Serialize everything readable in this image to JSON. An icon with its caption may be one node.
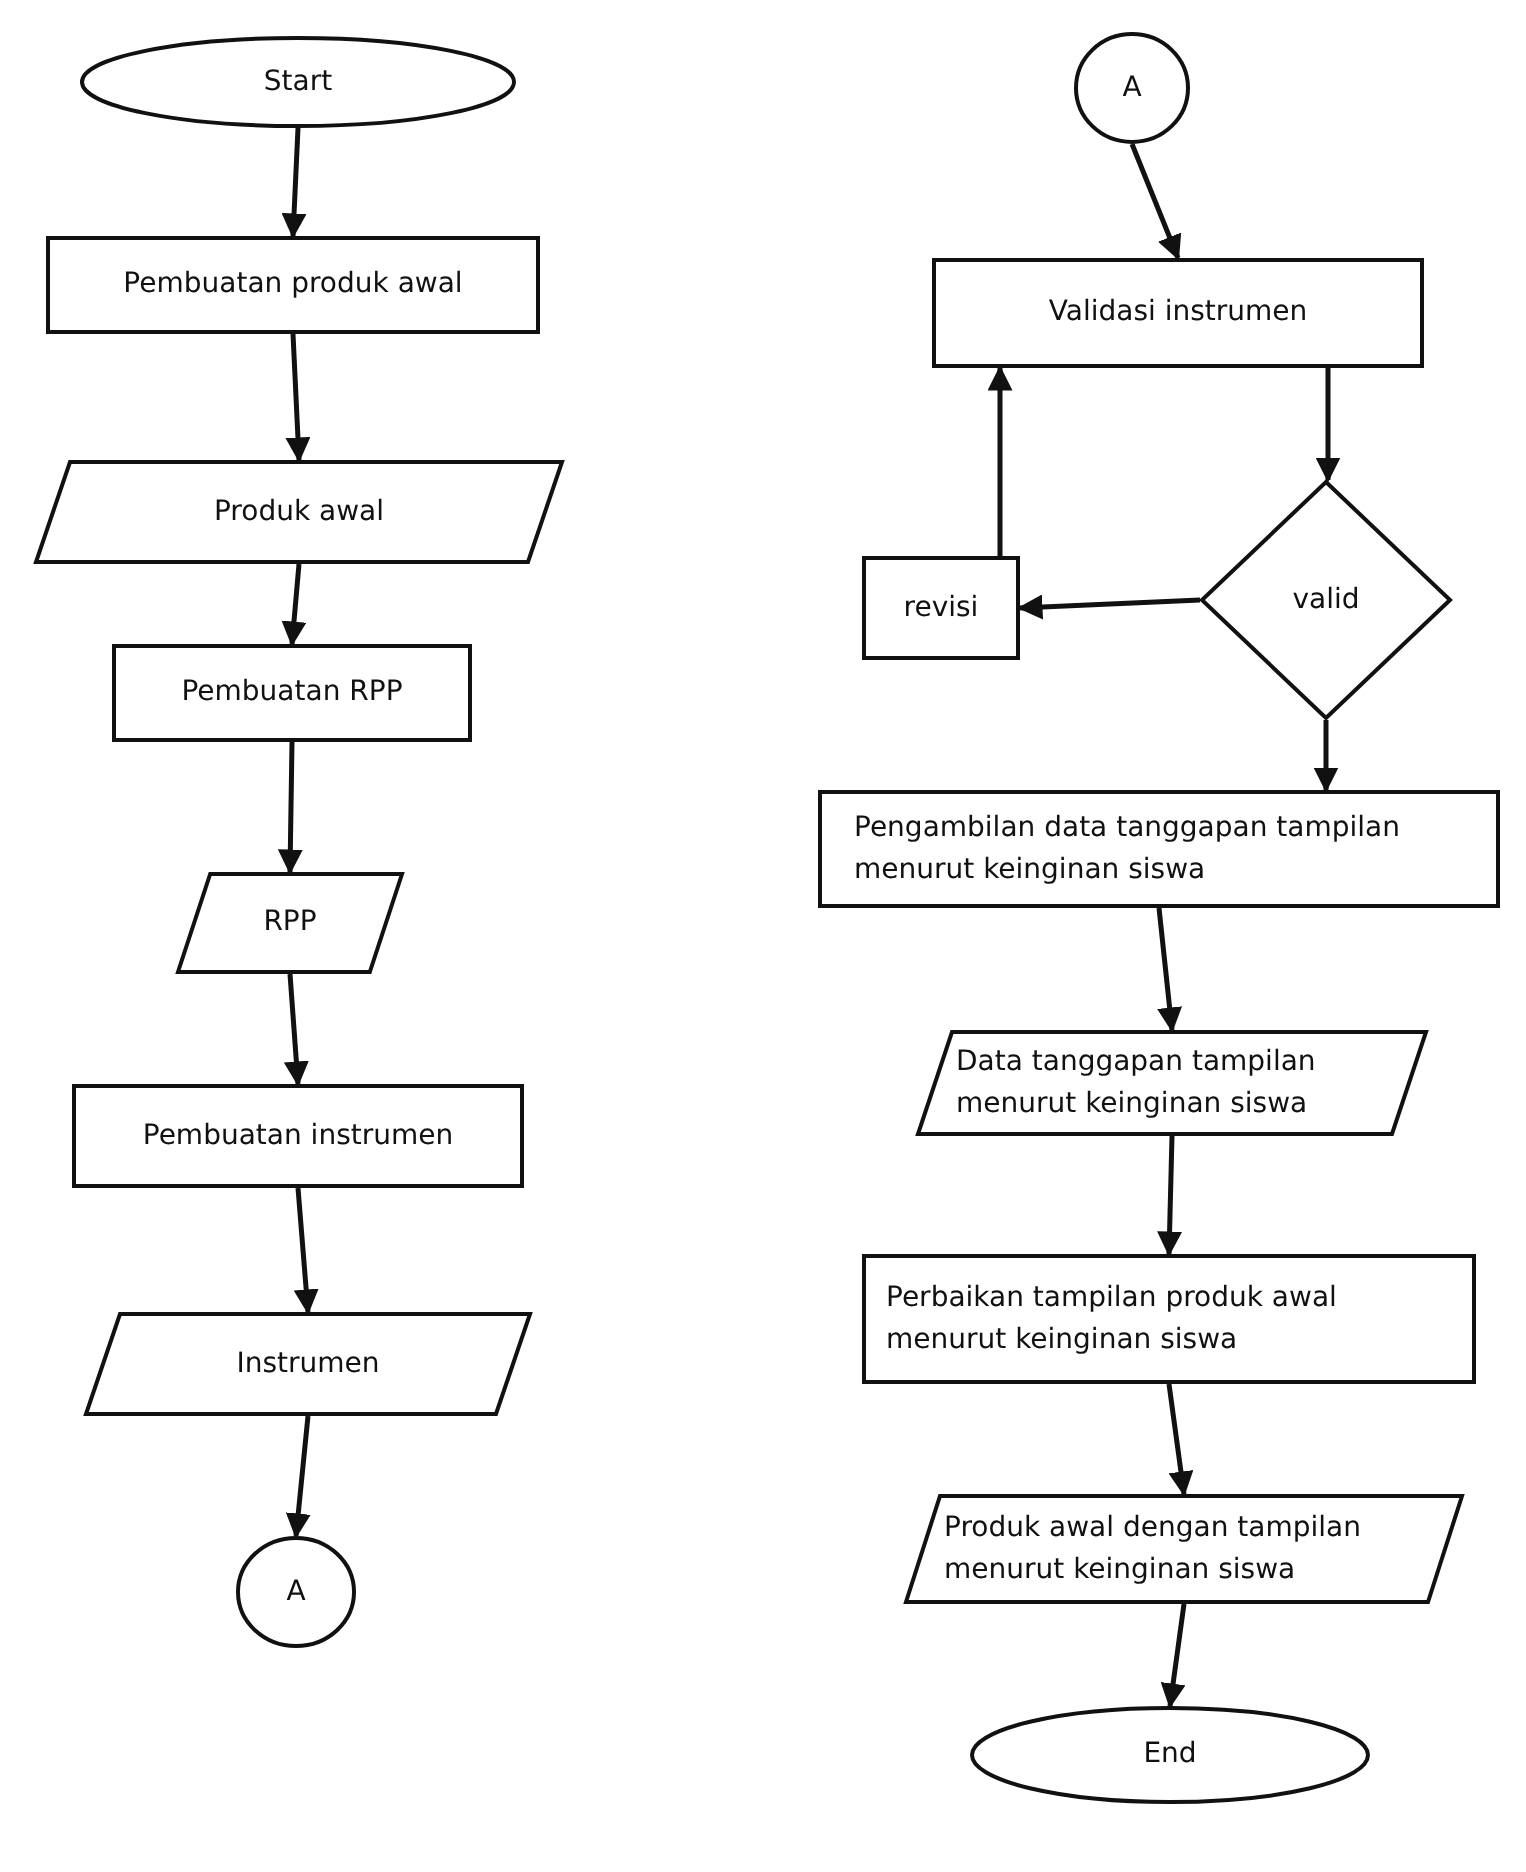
{
  "diagram": {
    "nodes": [
      {
        "text": [
          "Start"
        ]
      },
      {
        "text": [
          "Pembuatan produk awal"
        ]
      },
      {
        "text": [
          "Produk awal"
        ]
      },
      {
        "text": [
          "Pembuatan RPP"
        ]
      },
      {
        "text": [
          "RPP"
        ]
      },
      {
        "text": [
          "Pembuatan instrumen"
        ]
      },
      {
        "text": [
          "Instrumen"
        ]
      },
      {
        "text": [
          "A"
        ]
      },
      {
        "text": [
          "A"
        ]
      },
      {
        "text": [
          "Validasi instrumen"
        ]
      },
      {
        "text": [
          "valid"
        ]
      },
      {
        "text": [
          "revisi"
        ]
      },
      {
        "text": [
          "Pengambilan data tanggapan tampilan menurut keinginan siswa"
        ]
      },
      {
        "text": [
          "Data tanggapan tampilan menurut keinginan siswa"
        ]
      },
      {
        "text": [
          "Perbaikan tampilan produk awal menurut keinginan siswa"
        ]
      },
      {
        "text": [
          "Produk awal dengan tampilan menurut keinginan siswa"
        ]
      },
      {
        "text": [
          "End"
        ]
      }
    ],
    "edges": [
      {
        "from": 0,
        "to": 1,
        "arrow": "to"
      },
      {
        "from": 1,
        "to": 2,
        "arrow": "to"
      },
      {
        "from": 2,
        "to": 3,
        "arrow": "to"
      },
      {
        "from": 3,
        "to": 4,
        "arrow": "to"
      },
      {
        "from": 4,
        "to": 5,
        "arrow": "to"
      },
      {
        "from": 5,
        "to": 6,
        "arrow": "to"
      },
      {
        "from": 6,
        "to": 7,
        "arrow": "to"
      },
      {
        "from": 8,
        "to": 9,
        "arrow": "to"
      },
      {
        "from": 9,
        "to": 10,
        "arrow": "to"
      },
      {
        "from": 10,
        "to": 11,
        "arrow": "to"
      },
      {
        "from": 11,
        "to": 9,
        "arrow": "to"
      },
      {
        "from": 10,
        "to": 12,
        "arrow": "to"
      },
      {
        "from": 12,
        "to": 13,
        "arrow": "to"
      },
      {
        "from": 13,
        "to": 14,
        "arrow": "to"
      },
      {
        "from": 14,
        "to": 15,
        "arrow": "to"
      },
      {
        "from": 15,
        "to": 16,
        "arrow": "to"
      }
    ]
  }
}
